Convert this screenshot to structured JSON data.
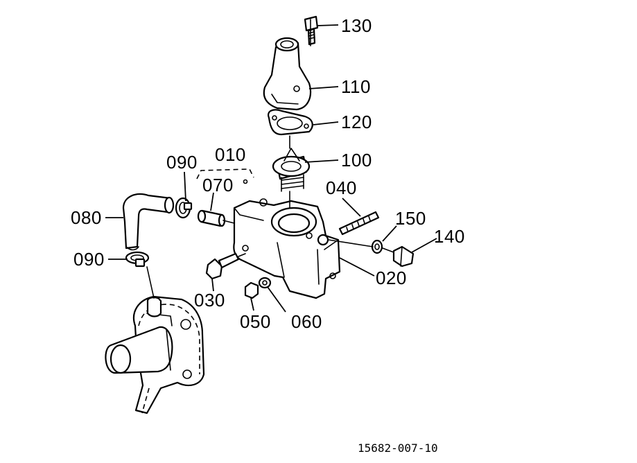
{
  "labels": {
    "p130": "130",
    "p110": "110",
    "p120": "120",
    "p100": "100",
    "p010": "010",
    "p090a": "090",
    "p070": "070",
    "p040": "040",
    "p080": "080",
    "p150": "150",
    "p140": "140",
    "p090b": "090",
    "p020": "020",
    "p030": "030",
    "p050": "050",
    "p060": "060"
  },
  "figure_number": "15682-007-10"
}
